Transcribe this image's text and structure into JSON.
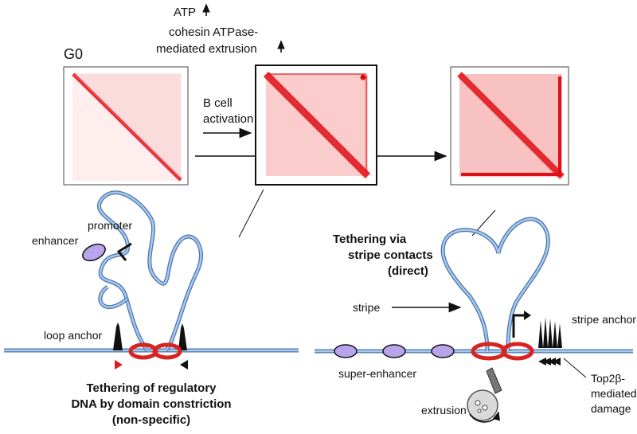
{
  "top": {
    "state_g0": "G0",
    "atp": "ATP",
    "cohesin_line1": "cohesin ATPase-",
    "cohesin_line2": "mediated extrusion",
    "activation_line1": "B cell",
    "activation_line2": "activation"
  },
  "left_panel": {
    "promoter": "promoter",
    "enhancer": "enhancer",
    "loop_anchor": "loop anchor",
    "caption_line1": "Tethering of regulatory",
    "caption_line2": "DNA by domain constriction",
    "caption_line3": "(non-specific)"
  },
  "right_panel": {
    "title_line1": "Tethering via",
    "title_line2": "stripe contacts",
    "title_line3": "(direct)",
    "stripe": "stripe",
    "stripe_anchor": "stripe anchor",
    "super_enhancer": "super-enhancer",
    "extrusion": "extrusion",
    "top2b_line1": "Top2β-",
    "top2b_line2": "mediated",
    "top2b_line3": "damage"
  },
  "colors": {
    "heatmap": "#e8141b",
    "dna_fill": "#a9c8ec",
    "dna_edge": "#4a75ad",
    "enhancer": "#b7a4ea",
    "cohesin_ring": "#d8241f",
    "anchor_triangle": "#e31a1c"
  },
  "icons": [
    "up-arrow-icon",
    "right-arrow-icon",
    "ring-icon",
    "triangle-icon",
    "extrusion-motor-icon"
  ]
}
